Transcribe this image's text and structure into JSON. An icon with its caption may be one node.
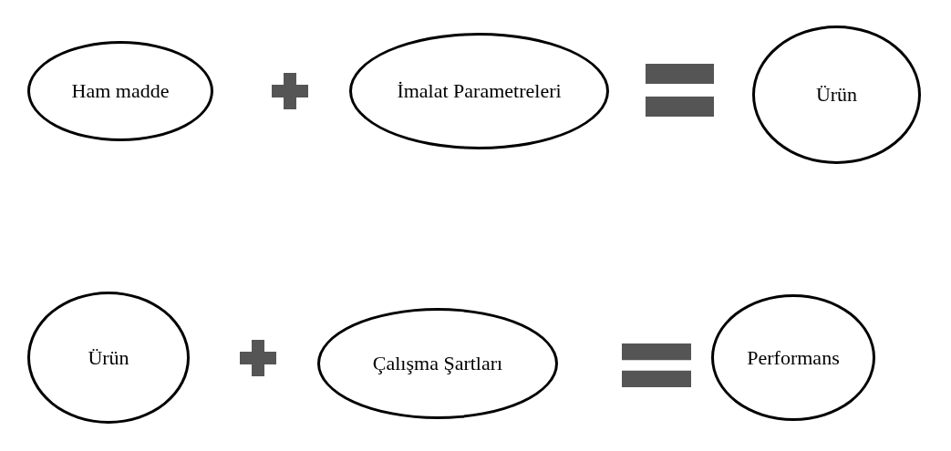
{
  "diagram": {
    "nodes": [
      {
        "text": [
          "Ham madde"
        ]
      },
      {
        "text": [
          "İmalat Parametreleri"
        ]
      },
      {
        "text": [
          "Ürün"
        ]
      },
      {
        "text": [
          "Ürün"
        ]
      },
      {
        "text": [
          "Çalışma Şartları"
        ]
      },
      {
        "text": [
          "Performans"
        ]
      }
    ]
  }
}
